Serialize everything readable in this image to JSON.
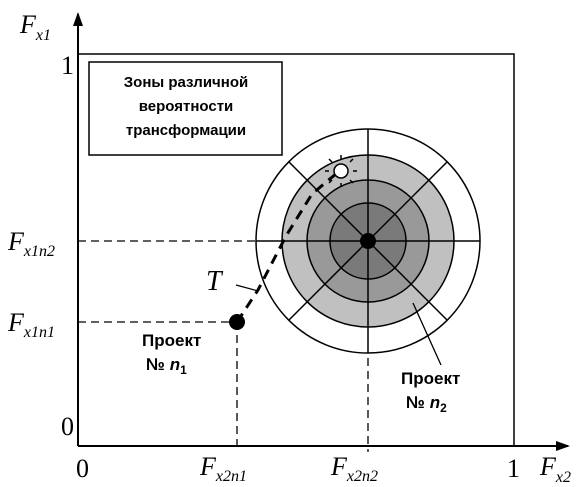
{
  "colors": {
    "zone_outer": "#ffffff",
    "zone_2": "#c0c0c0",
    "zone_3": "#999999",
    "zone_4": "#7a7a7a",
    "line": "#000000"
  },
  "axes": {
    "y_letter": "F",
    "y_sub": "x1",
    "x_letter": "F",
    "x_sub": "x2",
    "origin_x": "0",
    "origin_y": "0",
    "one_x": "1",
    "one_y": "1"
  },
  "ticks": {
    "y_n2_letter": "F",
    "y_n2_sub": "x1n2",
    "y_n1_letter": "F",
    "y_n1_sub": "x1n1",
    "x_n1_letter": "F",
    "x_n1_sub": "x2n1",
    "x_n2_letter": "F",
    "x_n2_sub": "x2n2"
  },
  "legend_box": {
    "line1": "Зоны различной",
    "line2": "вероятности",
    "line3": "трансформации"
  },
  "labels": {
    "trajectory": "T",
    "project1_line1": "Проект",
    "project1_prefix": "№ ",
    "project1_n": "n",
    "project1_sub": "1",
    "project2_line1": "Проект",
    "project2_prefix": "№ ",
    "project2_n": "n",
    "project2_sub": "2"
  }
}
